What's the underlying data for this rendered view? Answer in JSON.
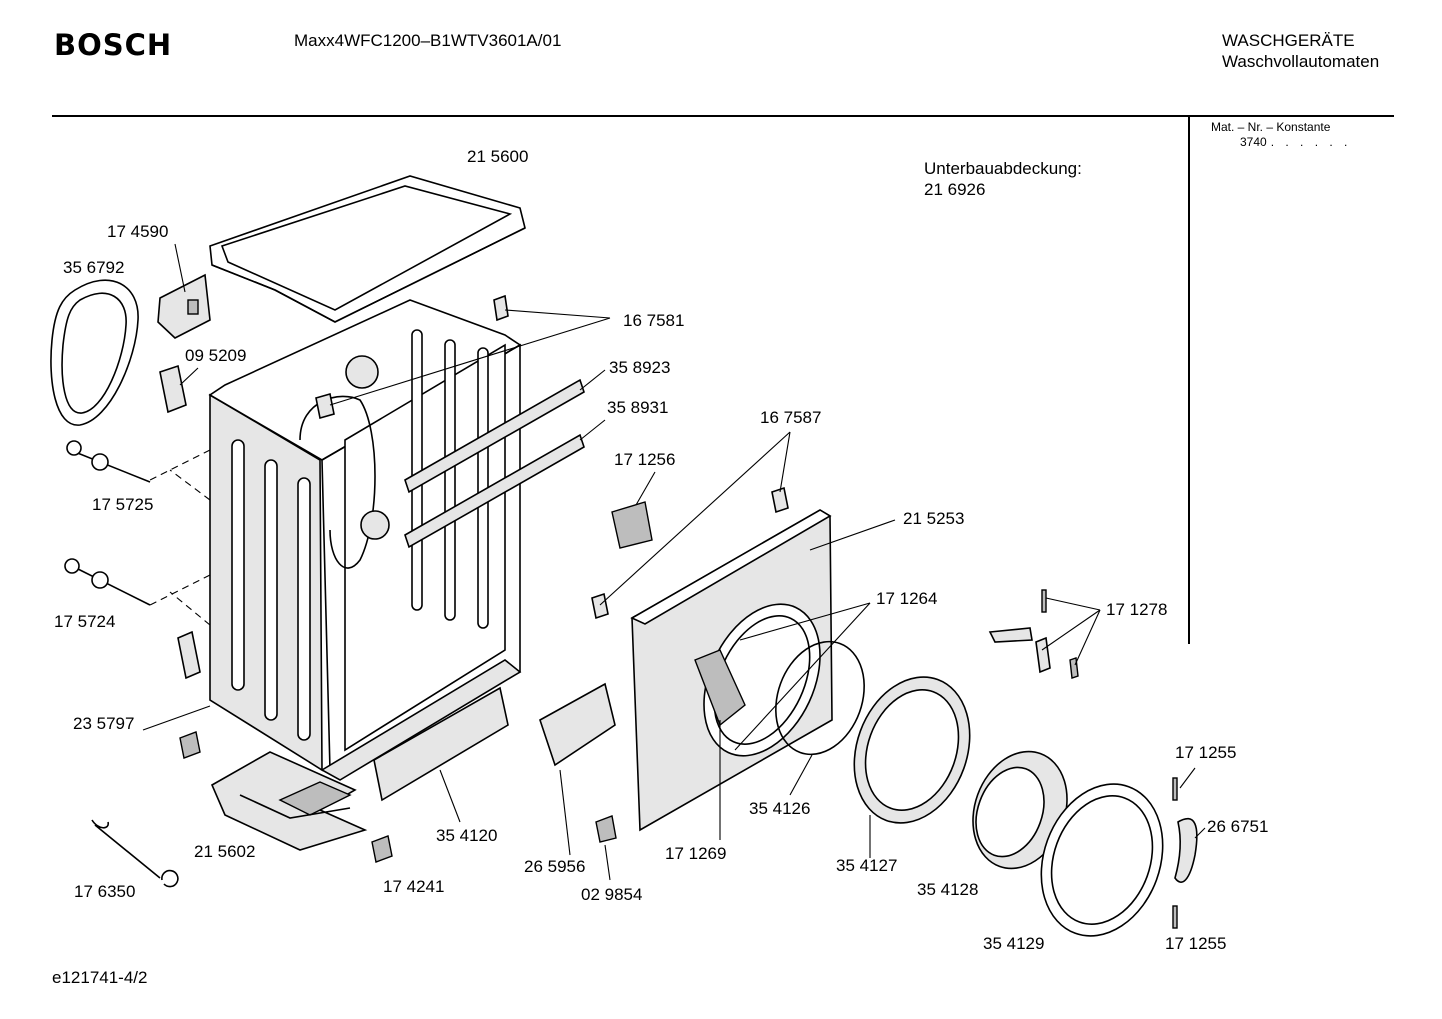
{
  "header": {
    "brand": "BOSCH",
    "model": "Maxx4WFC1200–B1WTV3601A/01",
    "category_line1": "WASCHGERÄTE",
    "category_line2": "Waschvollautomaten",
    "mat_label": "Mat. – Nr. – Konstante",
    "mat_value": "3740",
    "mat_dots": ". . . . . ."
  },
  "note": {
    "line1": "Unterbauabdeckung:",
    "line2": "21 6926"
  },
  "parts": [
    "21 5600",
    "17 4590",
    "35 6792",
    "16 7581",
    "09 5209",
    "35 8923",
    "35 8931",
    "16 7587",
    "17 1256",
    "17 5725",
    "21 5253",
    "17 5724",
    "17 1264",
    "17 1278",
    "23 5797",
    "17 1255",
    "35 4126",
    "26 6751",
    "35 4120",
    "21 5602",
    "17 1269",
    "35 4127",
    "26 5956",
    "17 6350",
    "17 4241",
    "02 9854",
    "35 4128",
    "35 4129",
    "17 1255"
  ],
  "footer": {
    "doc_id": "e121741-4/2"
  },
  "colors": {
    "line": "#000000",
    "fill_light": "#e6e6e6",
    "fill_dark": "#bdbdbd",
    "background": "#ffffff"
  }
}
